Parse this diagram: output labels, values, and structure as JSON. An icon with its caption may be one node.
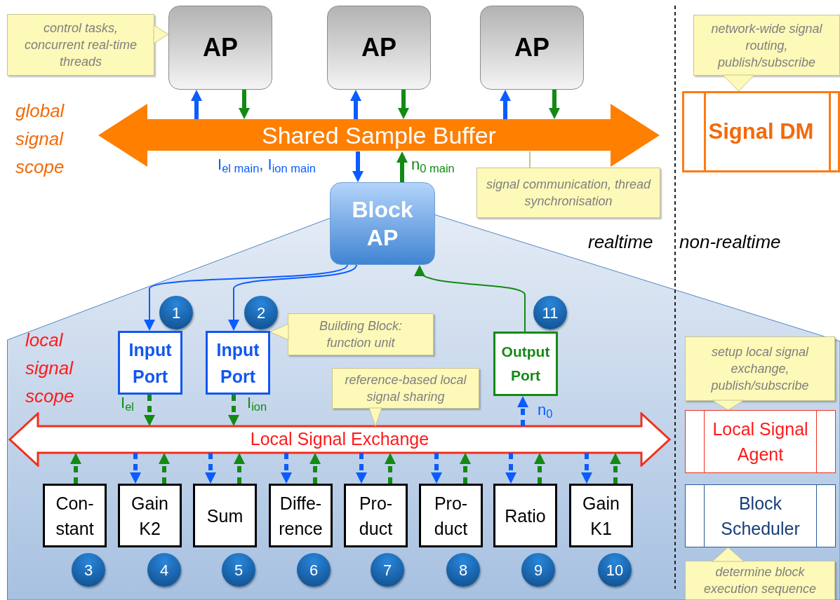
{
  "diagram": {
    "nodes": [
      {
        "text": [
          "control tasks, concurrent real-time threads"
        ]
      },
      {
        "text": [
          "AP"
        ]
      },
      {
        "text": [
          "AP"
        ]
      },
      {
        "text": [
          "AP"
        ]
      },
      {
        "text": [
          "network-wide signal routing, publish/subscribe"
        ]
      },
      {
        "text": [
          "Shared Sample Buffer"
        ]
      },
      {
        "text": [
          "Signal DM"
        ]
      },
      {
        "text": [
          "signal communication, thread synchronisation"
        ]
      },
      {
        "text": [
          "Block AP"
        ]
      },
      {
        "text": [
          "local signal scope"
        ]
      },
      {
        "text": [
          "1"
        ],
        "in": 9
      },
      {
        "text": [
          "2"
        ],
        "in": 9
      },
      {
        "text": [
          "11"
        ],
        "in": 9
      },
      {
        "text": [
          "Input Port"
        ],
        "in": 9
      },
      {
        "text": [
          "Input Port"
        ],
        "in": 9
      },
      {
        "text": [
          "Building Block: function unit"
        ],
        "in": 9
      },
      {
        "text": [
          "Output Port"
        ],
        "in": 9
      },
      {
        "text": [
          "reference-based local signal sharing"
        ],
        "in": 9
      },
      {
        "text": [
          "setup local signal exchange, publish/subscribe"
        ],
        "in": 9
      },
      {
        "text": [
          "Local Signal Exchange"
        ],
        "in": 9
      },
      {
        "text": [
          "Local Signal Agent"
        ],
        "in": 9
      },
      {
        "text": [
          "Con- stant"
        ],
        "in": 9
      },
      {
        "text": [
          "Gain K2"
        ],
        "in": 9
      },
      {
        "text": [
          "Sum"
        ],
        "in": 9
      },
      {
        "text": [
          "Diffe- rence"
        ],
        "in": 9
      },
      {
        "text": [
          "Pro- duct"
        ],
        "in": 9
      },
      {
        "text": [
          "Pro- duct"
        ],
        "in": 9
      },
      {
        "text": [
          "Ratio"
        ],
        "in": 9
      },
      {
        "text": [
          "Gain K1"
        ],
        "in": 9
      },
      {
        "text": [
          "Block Scheduler"
        ],
        "in": 9
      },
      {
        "text": [
          "3"
        ],
        "in": 9
      },
      {
        "text": [
          "4"
        ],
        "in": 9
      },
      {
        "text": [
          "5"
        ],
        "in": 9
      },
      {
        "text": [
          "6"
        ],
        "in": 9
      },
      {
        "text": [
          "7"
        ],
        "in": 9
      },
      {
        "text": [
          "8"
        ],
        "in": 9
      },
      {
        "text": [
          "9"
        ],
        "in": 9
      },
      {
        "text": [
          "10"
        ],
        "in": 9
      },
      {
        "text": [
          "determine block execution sequence"
        ],
        "in": 9
      }
    ],
    "edges": [
      {
        "from": 5,
        "to": 1,
        "arrow": "to",
        "color": "#0a5cff"
      },
      {
        "from": 1,
        "to": 5,
        "arrow": "to"
      },
      {
        "from": 5,
        "to": 2,
        "arrow": "to",
        "color": "#0a5cff"
      },
      {
        "from": 2,
        "to": 5,
        "arrow": "to"
      },
      {
        "from": 5,
        "to": 3,
        "arrow": "to",
        "color": "#0a5cff"
      },
      {
        "from": 3,
        "to": 5,
        "arrow": "to"
      },
      {
        "from": 5,
        "to": 8,
        "arrow": "to",
        "color": "#0a5cff",
        "label": "I$_{el main}$, I$_{ion main}$"
      },
      {
        "from": 8,
        "to": 5,
        "arrow": "to",
        "label": "n$_{0 main}$"
      },
      {
        "from": 8,
        "to": 13,
        "arrow": "to",
        "color": "#0a5cff"
      },
      {
        "from": 8,
        "to": 14,
        "arrow": "to",
        "color": "#0a5cff"
      },
      {
        "from": 16,
        "to": 8,
        "arrow": "to"
      },
      {
        "from": 13,
        "to": 19,
        "arrow": "to",
        "style": "dashed",
        "label": "I$_{el}$"
      },
      {
        "from": 14,
        "to": 19,
        "arrow": "to",
        "style": "dashed",
        "label": "I$_{ion}$"
      },
      {
        "from": 19,
        "to": 16,
        "arrow": "to",
        "style": "dashed",
        "color": "#0a5cff",
        "label": "n$_{0}$"
      },
      {
        "from": 21,
        "to": 19,
        "arrow": "to",
        "style": "dashed"
      },
      {
        "from": 19,
        "to": 22,
        "arrow": "to",
        "style": "dashed",
        "color": "#0a5cff"
      },
      {
        "from": 22,
        "to": 19,
        "arrow": "to",
        "style": "dashed"
      },
      {
        "from": 19,
        "to": 23,
        "arrow": "to",
        "style": "dashed",
        "color": "#0a5cff"
      },
      {
        "from": 23,
        "to": 19,
        "arrow": "to",
        "style": "dashed"
      },
      {
        "from": 19,
        "to": 24,
        "arrow": "to",
        "style": "dashed",
        "color": "#0a5cff"
      },
      {
        "from": 24,
        "to": 19,
        "arrow": "to",
        "style": "dashed"
      },
      {
        "from": 19,
        "to": 25,
        "arrow": "to",
        "style": "dashed",
        "color": "#0a5cff"
      },
      {
        "from": 25,
        "to": 19,
        "arrow": "to",
        "style": "dashed"
      },
      {
        "from": 19,
        "to": 26,
        "arrow": "to",
        "style": "dashed",
        "color": "#0a5cff"
      },
      {
        "from": 26,
        "to": 19,
        "arrow": "to",
        "style": "dashed"
      },
      {
        "from": 19,
        "to": 27,
        "arrow": "to",
        "style": "dashed",
        "color": "#0a5cff"
      },
      {
        "from": 27,
        "to": 19,
        "arrow": "to",
        "style": "dashed"
      },
      {
        "from": 19,
        "to": 28,
        "arrow": "to",
        "style": "dashed",
        "color": "#0a5cff"
      },
      {
        "from": 28,
        "to": 19,
        "arrow": "to",
        "style": "dashed"
      },
      {
        "from": 0,
        "to": 1,
        "arrow": "to",
        "color": "#c9c38f"
      },
      {
        "from": 4,
        "to": 6,
        "arrow": "to",
        "color": "#c9c38f"
      },
      {
        "from": 7,
        "to": 5,
        "arrow": "none",
        "color": "#c9c38f"
      },
      {
        "from": 15,
        "to": 14,
        "arrow": "to",
        "color": "#c9c38f"
      },
      {
        "from": 17,
        "to": 19,
        "arrow": "to",
        "color": "#c9c38f"
      },
      {
        "from": 18,
        "to": 20,
        "arrow": "to",
        "color": "#c9c38f"
      },
      {
        "from": 38,
        "to": 29,
        "arrow": "to",
        "color": "#c9c38f"
      }
    ],
    "labels": [
      "global signal scope",
      "realtime",
      "non-realtime"
    ]
  }
}
